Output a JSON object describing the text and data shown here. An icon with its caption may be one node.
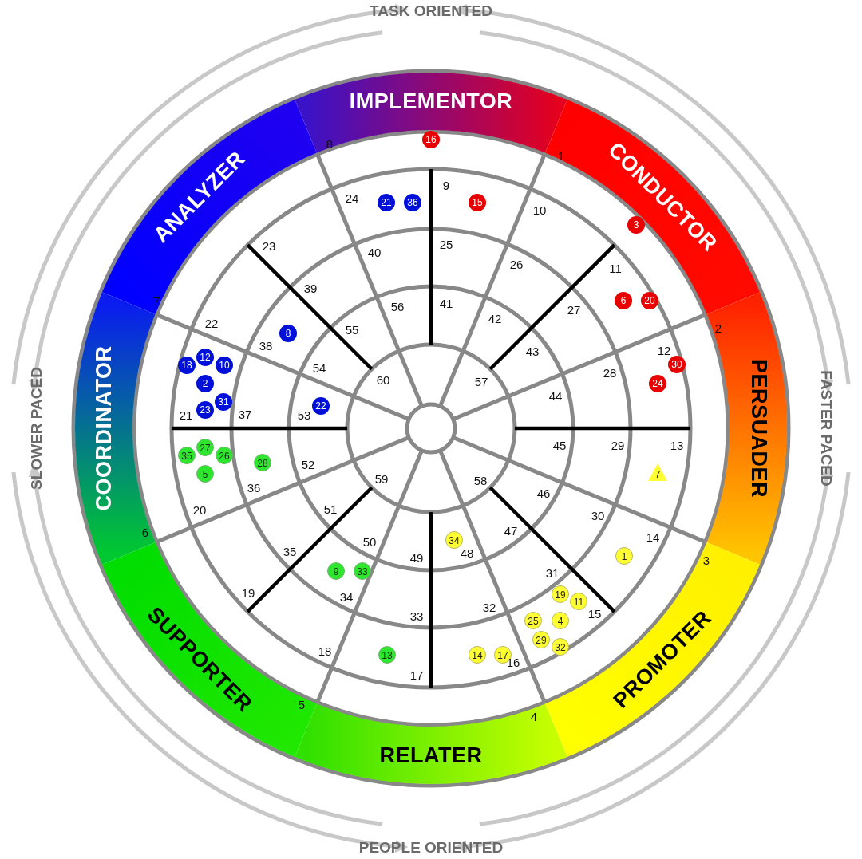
{
  "diagram": {
    "nodes": [
      {
        "text": [
          "IMPLEMENTOR"
        ]
      },
      {
        "text": [
          "CONDUCTOR"
        ]
      },
      {
        "text": [
          "PERSUADER"
        ]
      },
      {
        "text": [
          "PROMOTER"
        ]
      },
      {
        "text": [
          "RELATER"
        ]
      },
      {
        "text": [
          "SUPPORTER"
        ]
      },
      {
        "text": [
          "COORDINATOR"
        ]
      },
      {
        "text": [
          "ANALYZER"
        ]
      },
      {
        "text": [
          "16"
        ]
      },
      {
        "text": [
          "21"
        ]
      },
      {
        "text": [
          "36"
        ]
      },
      {
        "text": [
          "15"
        ]
      },
      {
        "text": [
          "3"
        ]
      },
      {
        "text": [
          "6"
        ]
      },
      {
        "text": [
          "20"
        ]
      },
      {
        "text": [
          "8"
        ]
      },
      {
        "text": [
          "12"
        ]
      },
      {
        "text": [
          "18"
        ]
      },
      {
        "text": [
          "10"
        ]
      },
      {
        "text": [
          "30"
        ]
      },
      {
        "text": [
          "2"
        ]
      },
      {
        "text": [
          "24"
        ]
      },
      {
        "text": [
          "31"
        ]
      },
      {
        "text": [
          "22"
        ]
      },
      {
        "text": [
          "23"
        ]
      },
      {
        "text": [
          "27"
        ]
      },
      {
        "text": [
          "35"
        ]
      },
      {
        "text": [
          "26"
        ]
      },
      {
        "text": [
          "28"
        ]
      },
      {
        "text": [
          "5"
        ]
      },
      {
        "text": [
          "7"
        ]
      },
      {
        "text": [
          "34"
        ]
      },
      {
        "text": [
          "1"
        ]
      },
      {
        "text": [
          "9"
        ]
      },
      {
        "text": [
          "33"
        ]
      },
      {
        "text": [
          "19"
        ]
      },
      {
        "text": [
          "11"
        ]
      },
      {
        "text": [
          "25"
        ]
      },
      {
        "text": [
          "4"
        ]
      },
      {
        "text": [
          "29"
        ]
      },
      {
        "text": [
          "32"
        ]
      },
      {
        "text": [
          "13"
        ]
      },
      {
        "text": [
          "14"
        ]
      },
      {
        "text": [
          "17"
        ]
      }
    ],
    "labels": [
      "TASK ORIENTED",
      "8",
      "1",
      "9",
      "24",
      "10",
      "25",
      "23",
      "40",
      "26",
      "11",
      "39",
      "7",
      "41",
      "56",
      "27",
      "42",
      "22",
      "2",
      "55",
      "38",
      "12",
      "43",
      "54",
      "28",
      "60",
      "57",
      "44",
      "21",
      "37",
      "53",
      "SLOWER PACED",
      "FASTER PACED",
      "45",
      "29",
      "13",
      "52",
      "59",
      "58",
      "36",
      "46",
      "20",
      "51",
      "30",
      "47",
      "6",
      "14",
      "50",
      "35",
      "48",
      "49",
      "3",
      "31",
      "19",
      "34",
      "32",
      "15",
      "33",
      "18",
      "16",
      "17",
      "5",
      "4",
      "PEOPLE ORIENTED"
    ]
  }
}
